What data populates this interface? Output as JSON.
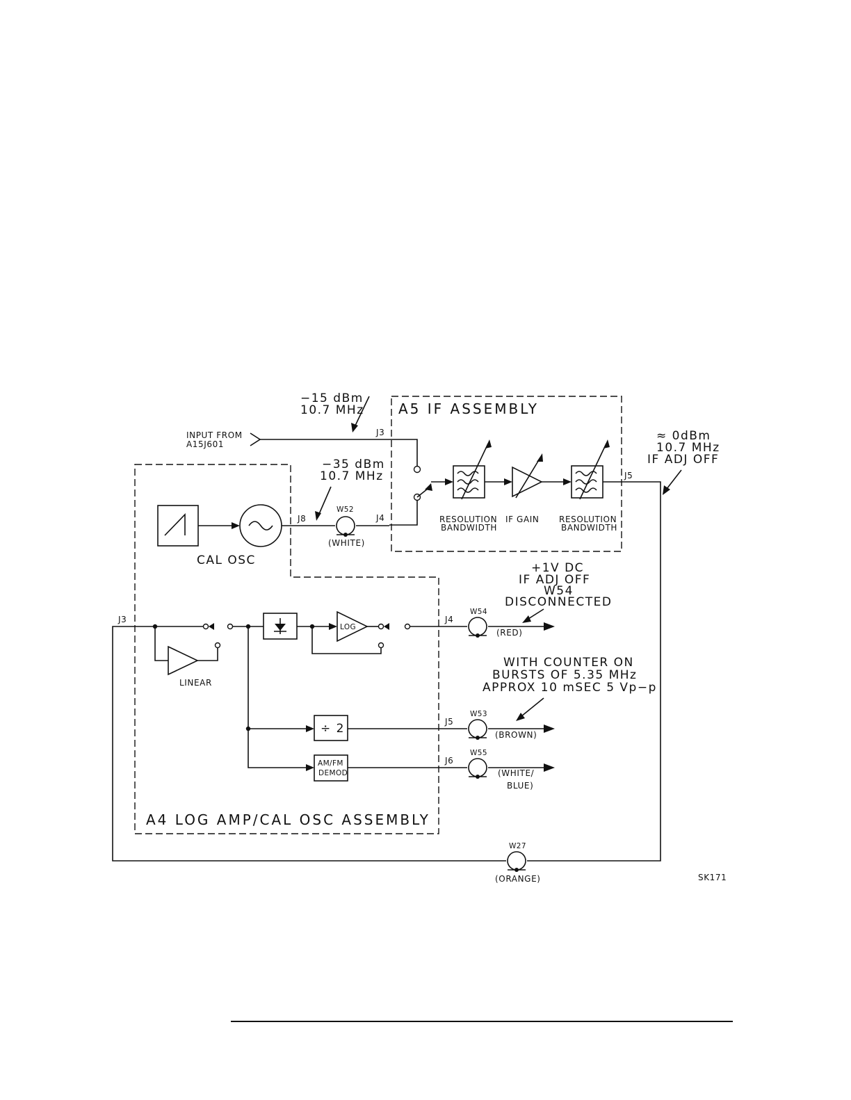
{
  "labels": {
    "a5_title": "A5 IF ASSEMBLY",
    "a4_title": "A4 LOG AMP/CAL OSC ASSEMBLY",
    "input_from_1": "INPUT FROM",
    "input_from_2": "A15J601",
    "in_level_1": "−15 dBm",
    "in_level_2": "10.7 MHz",
    "cal_level_1": "−35 dBm",
    "cal_level_2": "10.7 MHz",
    "out_level_1": "≈ 0dBm",
    "out_level_2": "10.7 MHz",
    "out_level_3": "IF ADJ OFF",
    "cal_osc": "CAL OSC",
    "res_bw1_1": "RESOLUTION",
    "res_bw1_2": "BANDWIDTH",
    "if_gain": "IF GAIN",
    "res_bw2_1": "RESOLUTION",
    "res_bw2_2": "BANDWIDTH",
    "j3_a5": "J3",
    "j4_a5": "J4",
    "j5_a5": "J5",
    "j8_a4": "J8",
    "j3_a4": "J3",
    "j4_a4": "J4",
    "j5_a4": "J5",
    "j6_a4": "J6",
    "w52": "W52",
    "w52_color": "(WHITE)",
    "dc_1": "+1V DC",
    "dc_2": "IF ADJ OFF",
    "dc_3": "W54",
    "dc_4": "DISCONNECTED",
    "w54": "W54",
    "w54_color": "(RED)",
    "log": "LOG",
    "linear": "LINEAR",
    "counter_1": "WITH COUNTER ON",
    "counter_2": "BURSTS OF 5.35 MHz",
    "counter_3": "APPROX 10 mSEC    5 Vp−p",
    "div2": "÷ 2",
    "w53": "W53",
    "w53_color": "(BROWN)",
    "amfm_1": "AM/FM",
    "amfm_2": "DEMOD",
    "w55": "W55",
    "w55_color_1": "(WHITE/",
    "w55_color_2": "BLUE)",
    "w27": "W27",
    "w27_color": "(ORANGE)",
    "sheet_id": "SK171"
  }
}
